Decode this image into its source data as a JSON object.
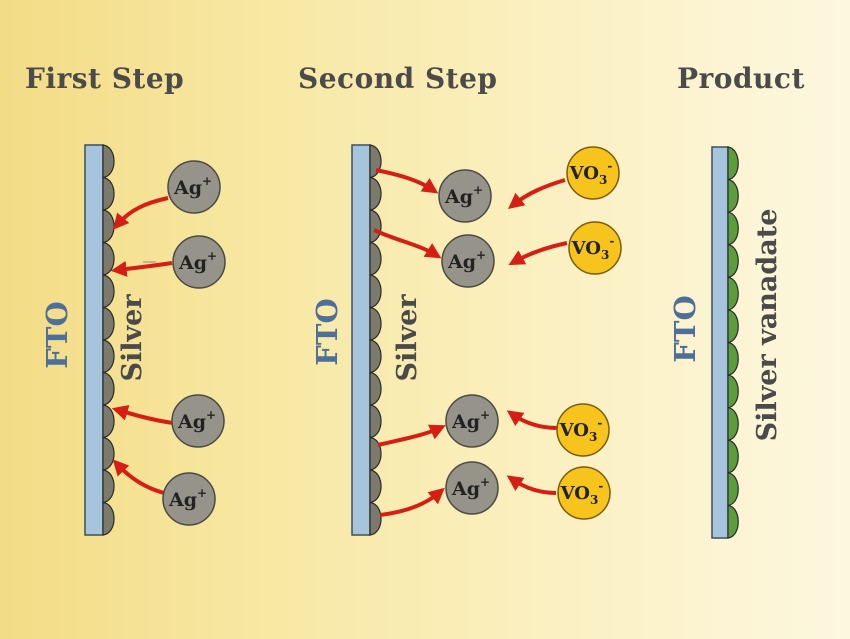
{
  "steps": [
    {
      "title": "First Step",
      "fto_label": "FTO",
      "layer_label": "Silver",
      "ion_label": "Ag",
      "ion_charge": "+"
    },
    {
      "title": "Second Step",
      "fto_label": "FTO",
      "layer_label": "Silver",
      "ion_label": "Ag",
      "ion_charge": "+",
      "reactant_label": "VO",
      "reactant_sub": "3",
      "reactant_charge": "-"
    },
    {
      "title": "Product",
      "fto_label": "FTO",
      "layer_label": "Silver vanadate"
    }
  ],
  "colors": {
    "substrate": "#a6c4dc",
    "silver_bump": "#7b7a6c",
    "silver_vanadate_bump": "#5b9c3c",
    "ag_ion": "#96938a",
    "vo3_ion": "#f6c41d",
    "arrow": "#d51f14",
    "fto_text": "#4d6f99",
    "title_text": "#4b4b4b"
  }
}
